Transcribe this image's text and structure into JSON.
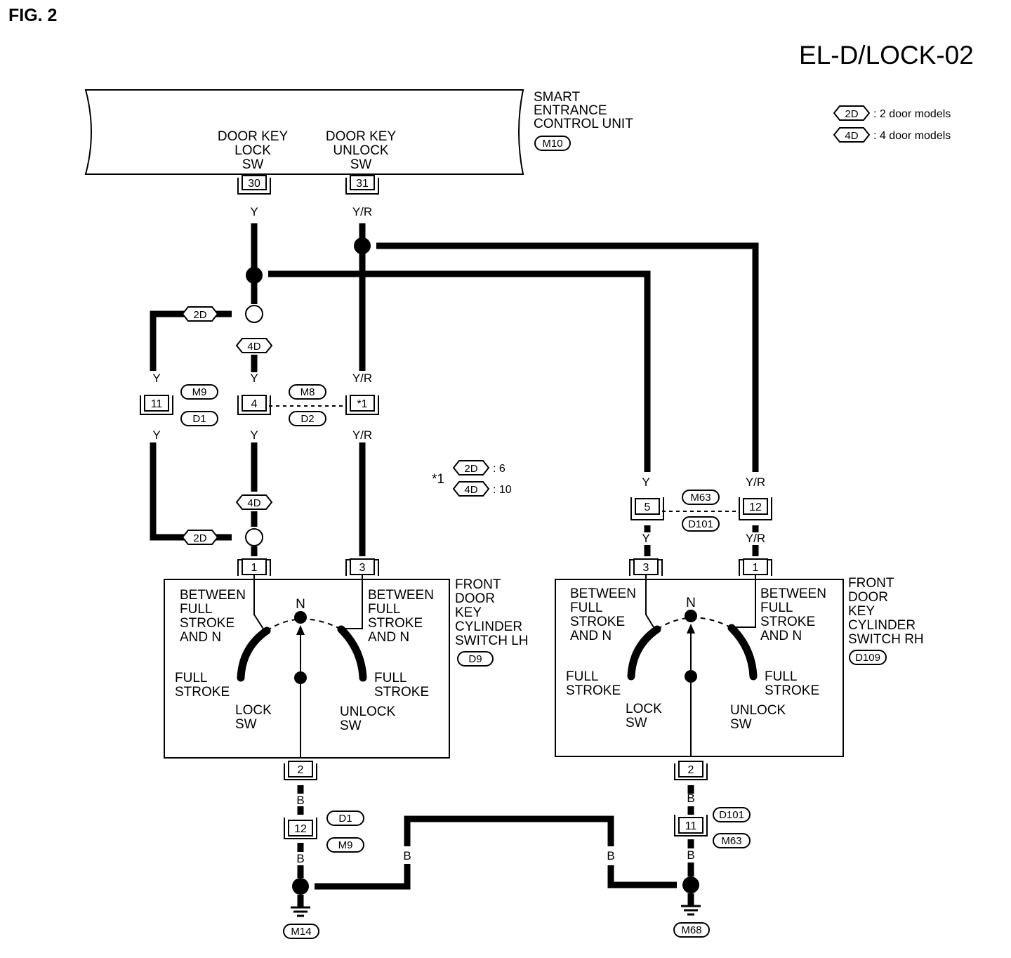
{
  "figure": {
    "number": "FIG. 2",
    "page_id": "EL-D/LOCK-02"
  },
  "legend": {
    "items": [
      {
        "tag": "2D",
        "text": ": 2 door models"
      },
      {
        "tag": "4D",
        "text": ": 4 door models"
      }
    ]
  },
  "control_unit": {
    "name": [
      "SMART",
      "ENTRANCE",
      "CONTROL UNIT"
    ],
    "connector": "M10",
    "terminals": [
      {
        "label": [
          "DOOR KEY",
          "LOCK",
          "SW"
        ],
        "pin": "30",
        "wire": "Y"
      },
      {
        "label": [
          "DOOR KEY",
          "UNLOCK",
          "SW"
        ],
        "pin": "31",
        "wire": "Y/R"
      }
    ]
  },
  "lh_harness": {
    "option_2d": "2D",
    "option_4d": "4D",
    "conn_a": {
      "pin": "11",
      "ids": [
        "M9",
        "D1"
      ],
      "wire_top": "Y",
      "wire_bottom": "Y"
    },
    "conn_b": {
      "pin": "4",
      "ids": [
        "M8",
        "D2"
      ],
      "wire_top": "Y",
      "wire_bottom": "Y"
    },
    "conn_c": {
      "pin": "*1",
      "wire_top": "Y/R",
      "wire_bottom": "Y/R"
    }
  },
  "note": {
    "marker": "*1",
    "rows": [
      {
        "tag": "2D",
        "value": ": 6"
      },
      {
        "tag": "4D",
        "value": ": 10"
      }
    ]
  },
  "rh_harness": {
    "ids": [
      "M63",
      "D101"
    ],
    "left": {
      "pin": "5",
      "wire_top": "Y",
      "wire_bottom": "Y"
    },
    "right": {
      "pin": "12",
      "wire_top": "Y/R",
      "wire_bottom": "Y/R"
    }
  },
  "switch_lh": {
    "name": [
      "FRONT",
      "DOOR",
      "KEY",
      "CYLINDER",
      "SWITCH LH"
    ],
    "connector": "D9",
    "pins": {
      "left": "1",
      "right": "3",
      "ground": "2"
    },
    "between_left": [
      "BETWEEN",
      "FULL",
      "STROKE",
      "AND N"
    ],
    "between_right": [
      "BETWEEN",
      "FULL",
      "STROKE",
      "AND N"
    ],
    "neutral": "N",
    "full_left": [
      "FULL",
      "STROKE"
    ],
    "full_right": [
      "FULL",
      "STROKE"
    ],
    "lock_sw": [
      "LOCK",
      "SW"
    ],
    "unlock_sw": [
      "UNLOCK",
      "SW"
    ]
  },
  "switch_rh": {
    "name": [
      "FRONT",
      "DOOR",
      "KEY",
      "CYLINDER",
      "SWITCH RH"
    ],
    "connector": "D109",
    "pins": {
      "left": "3",
      "right": "1",
      "ground": "2"
    },
    "between_left": [
      "BETWEEN",
      "FULL",
      "STROKE",
      "AND N"
    ],
    "between_right": [
      "BETWEEN",
      "FULL",
      "STROKE",
      "AND N"
    ],
    "neutral": "N",
    "full_left": [
      "FULL",
      "STROKE"
    ],
    "full_right": [
      "FULL",
      "STROKE"
    ],
    "lock_sw": [
      "LOCK",
      "SW"
    ],
    "unlock_sw": [
      "UNLOCK",
      "SW"
    ]
  },
  "ground_lh": {
    "wire": "B",
    "connector": {
      "pin": "12",
      "ids": [
        "D1",
        "M9"
      ]
    },
    "wire_below": "B",
    "ground_point": "M14"
  },
  "ground_rh": {
    "wire": "B",
    "connector": {
      "pin": "11",
      "ids": [
        "D101",
        "M63"
      ]
    },
    "wire_below": "B",
    "ground_point": "M68"
  },
  "ground_link": {
    "wire_left": "B",
    "wire_right": "B"
  }
}
